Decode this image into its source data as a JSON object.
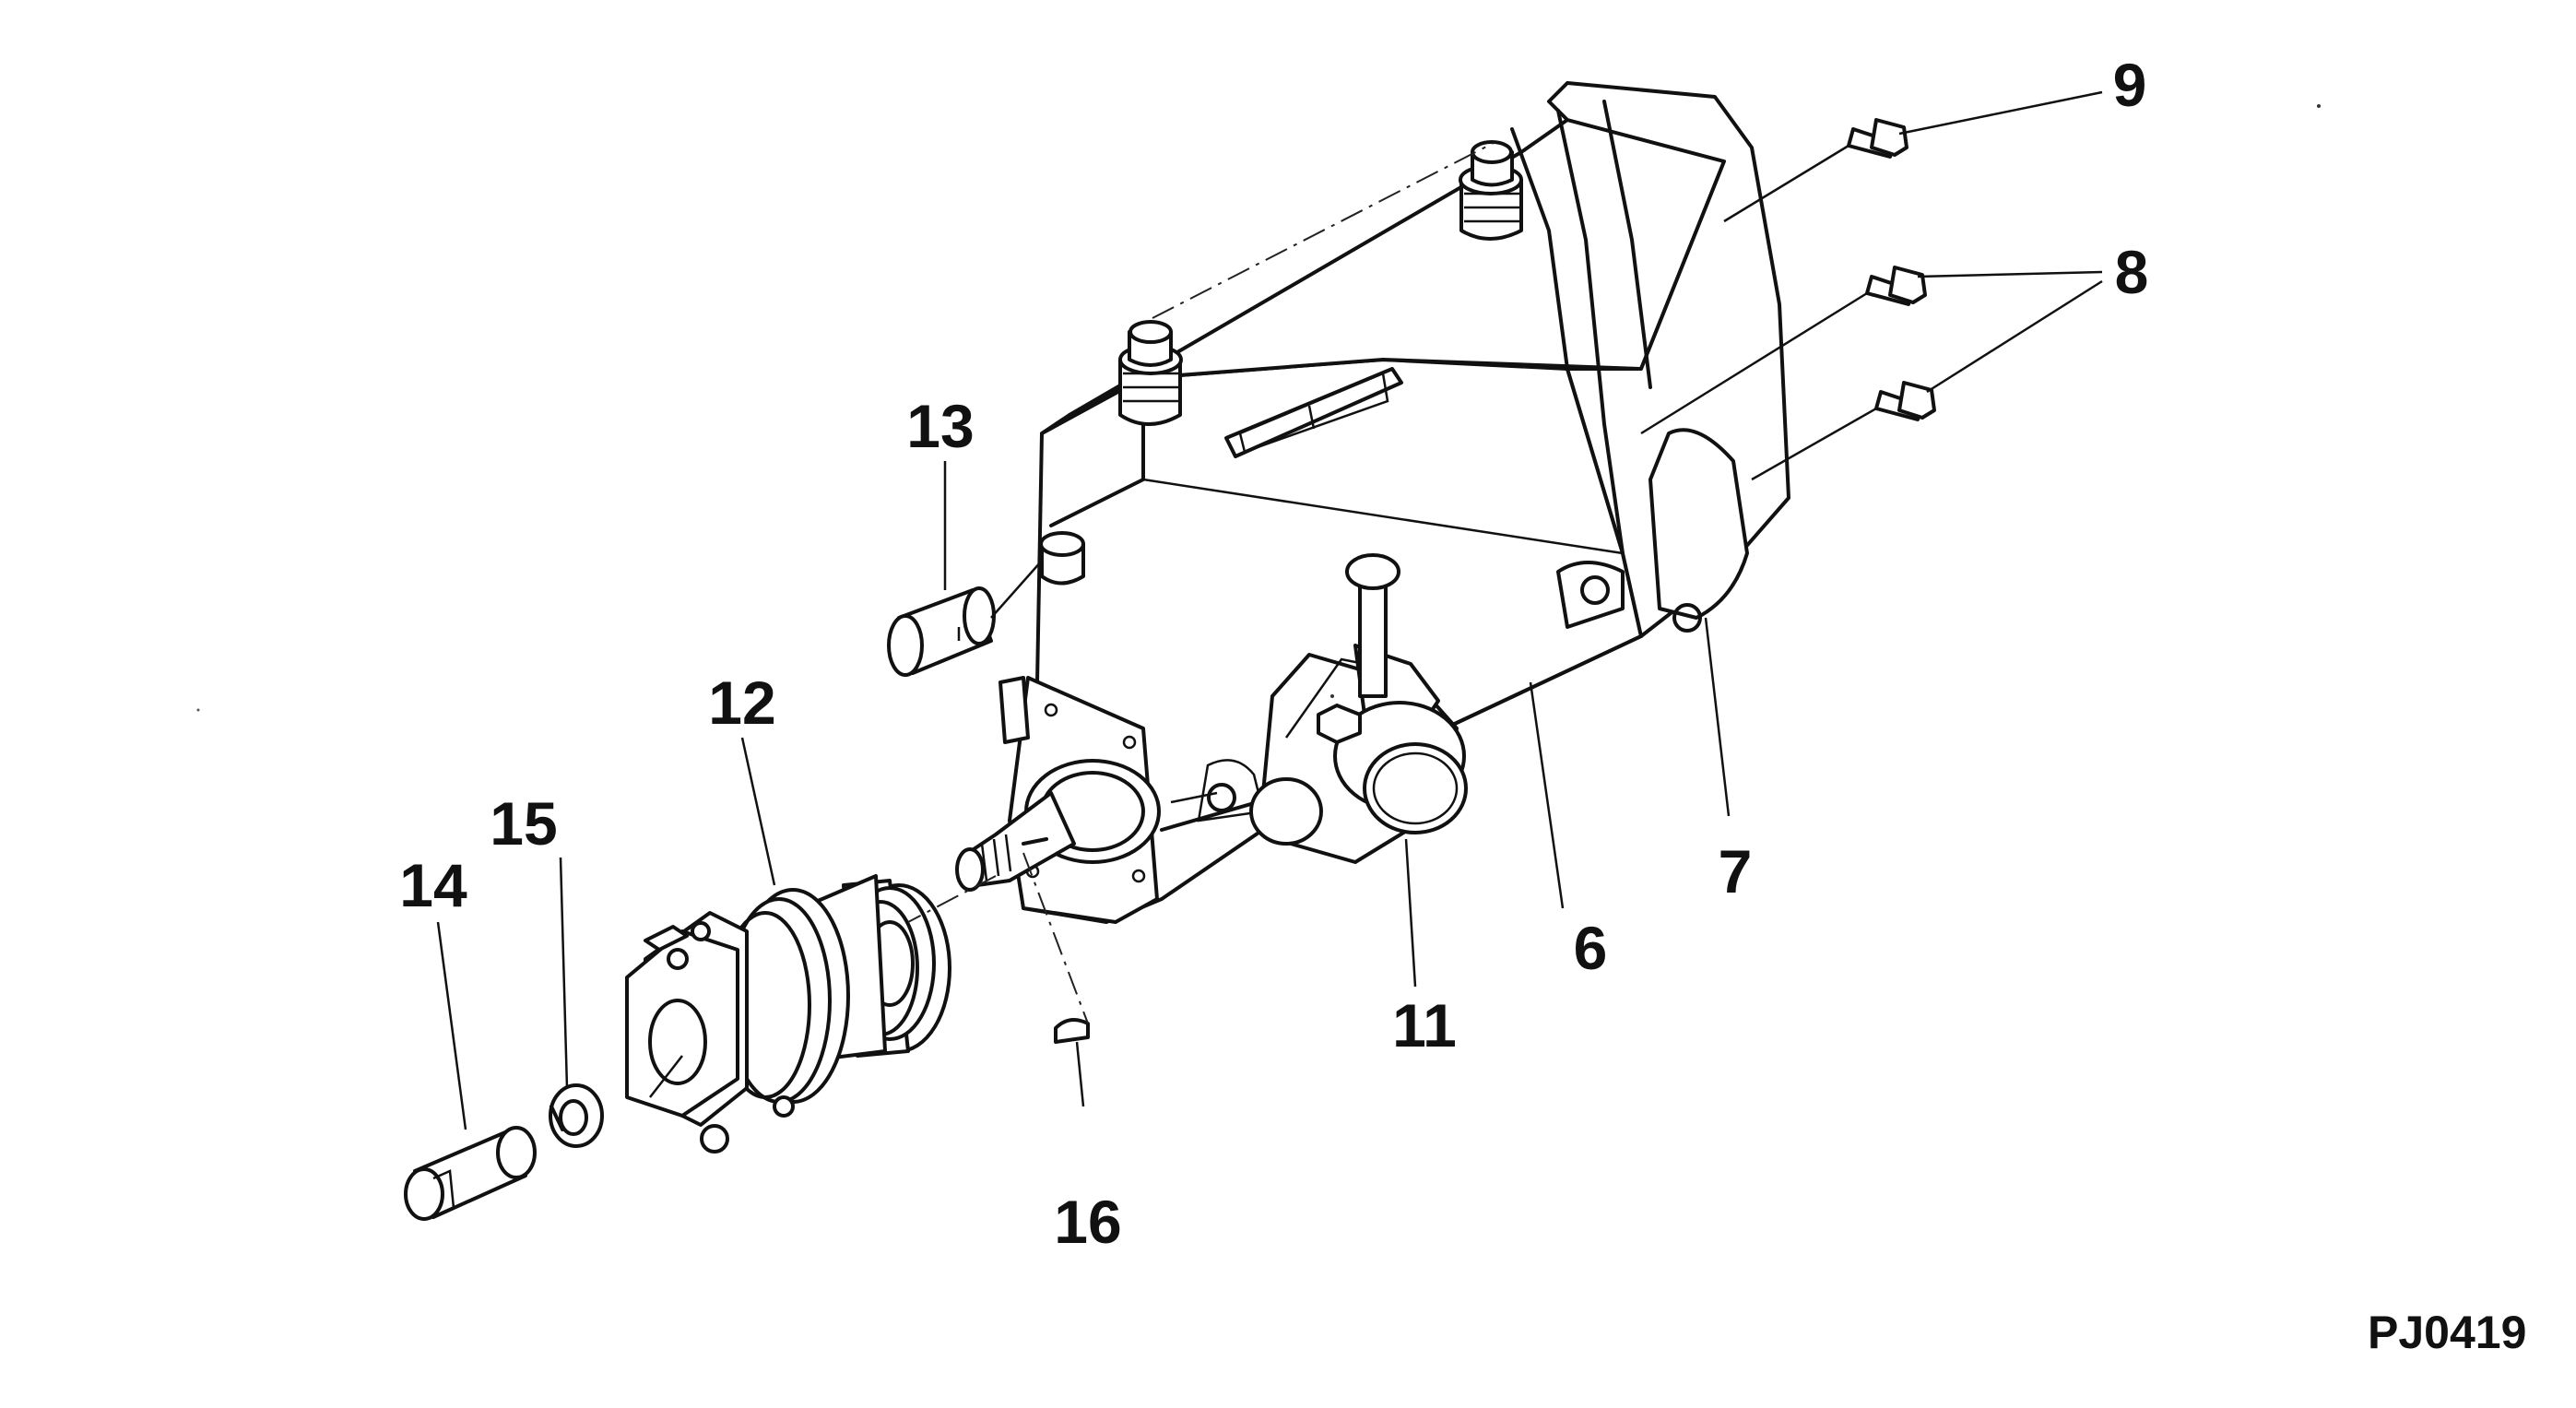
{
  "drawing_code": "PJ0419",
  "callouts": [
    {
      "id": "c6",
      "label": "6"
    },
    {
      "id": "c7",
      "label": "7"
    },
    {
      "id": "c8",
      "label": "8"
    },
    {
      "id": "c9",
      "label": "9"
    },
    {
      "id": "c11",
      "label": "11"
    },
    {
      "id": "c12",
      "label": "12"
    },
    {
      "id": "c13",
      "label": "13"
    },
    {
      "id": "c14",
      "label": "14"
    },
    {
      "id": "c15",
      "label": "15"
    },
    {
      "id": "c16",
      "label": "16"
    }
  ]
}
